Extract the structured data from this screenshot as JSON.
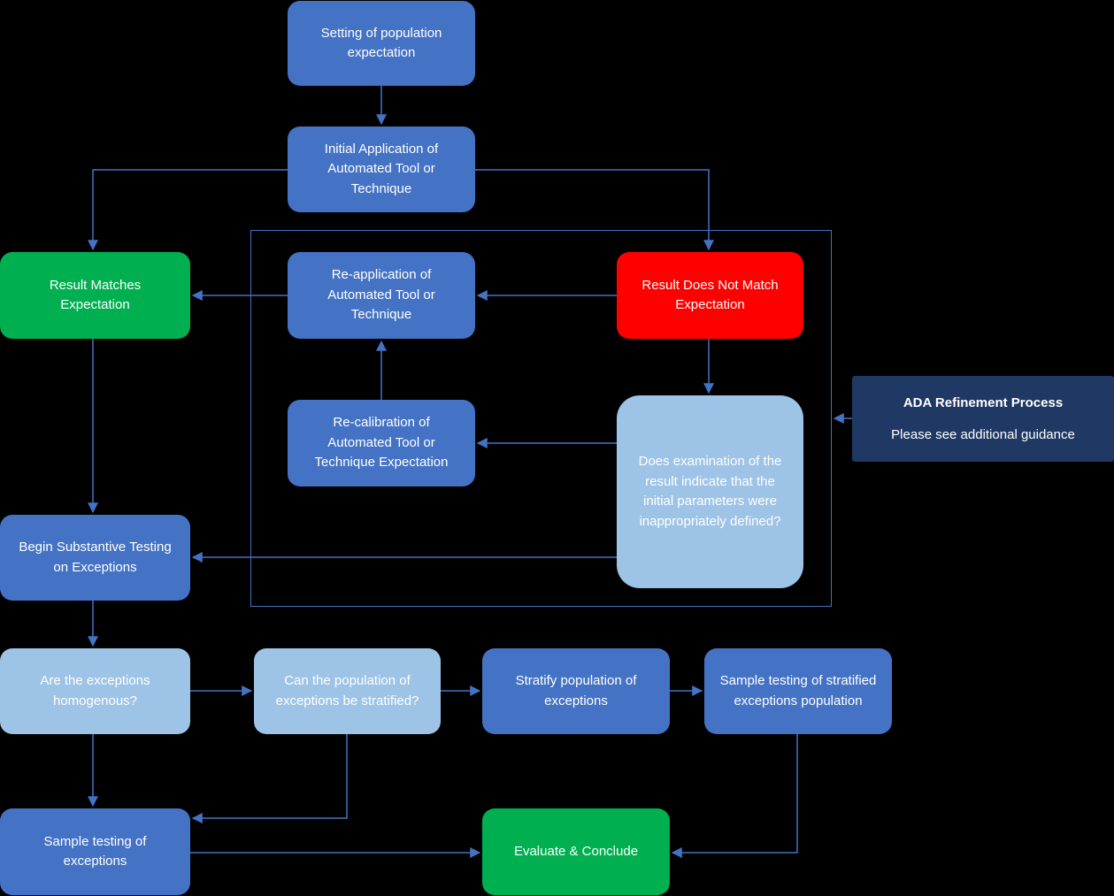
{
  "diagram": {
    "background": "#000000",
    "line_color": "#4472C4",
    "colors": {
      "blue": "#4472C4",
      "light_blue": "#9DC3E6",
      "green": "#00B050",
      "red": "#FF0000",
      "navy": "#1F3864"
    },
    "nodes": [
      {
        "id": "setting-population-expectation",
        "label": "Setting of population expectation",
        "color": "blue"
      },
      {
        "id": "initial-application",
        "label": "Initial Application of Automated Tool or Technique",
        "color": "blue"
      },
      {
        "id": "result-matches-expectation",
        "label": "Result Matches Expectation",
        "color": "green"
      },
      {
        "id": "re-application",
        "label": "Re-application of Automated Tool or Technique",
        "color": "blue"
      },
      {
        "id": "result-does-not-match",
        "label": "Result Does Not Match Expectation",
        "color": "red"
      },
      {
        "id": "re-calibration",
        "label": "Re-calibration of Automated Tool or Technique Expectation",
        "color": "blue"
      },
      {
        "id": "examination-question",
        "label": "Does examination of the result indicate that the initial parameters were inappropriately defined?",
        "color": "light_blue"
      },
      {
        "id": "begin-substantive-testing",
        "label": "Begin Substantive Testing on Exceptions",
        "color": "blue"
      },
      {
        "id": "exceptions-homogenous",
        "label": "Are the exceptions homogenous?",
        "color": "light_blue"
      },
      {
        "id": "population-stratified",
        "label": "Can the population of exceptions be stratified?",
        "color": "light_blue"
      },
      {
        "id": "stratify-population",
        "label": "Stratify population of exceptions",
        "color": "blue"
      },
      {
        "id": "sample-testing-stratified",
        "label": "Sample testing of stratified exceptions population",
        "color": "blue"
      },
      {
        "id": "sample-testing-exceptions",
        "label": "Sample testing of exceptions",
        "color": "blue"
      },
      {
        "id": "evaluate-conclude",
        "label": "Evaluate & Conclude",
        "color": "green"
      }
    ],
    "note": {
      "title": "ADA Refinement Process",
      "subtitle": "Please see additional guidance",
      "color": "navy"
    }
  }
}
